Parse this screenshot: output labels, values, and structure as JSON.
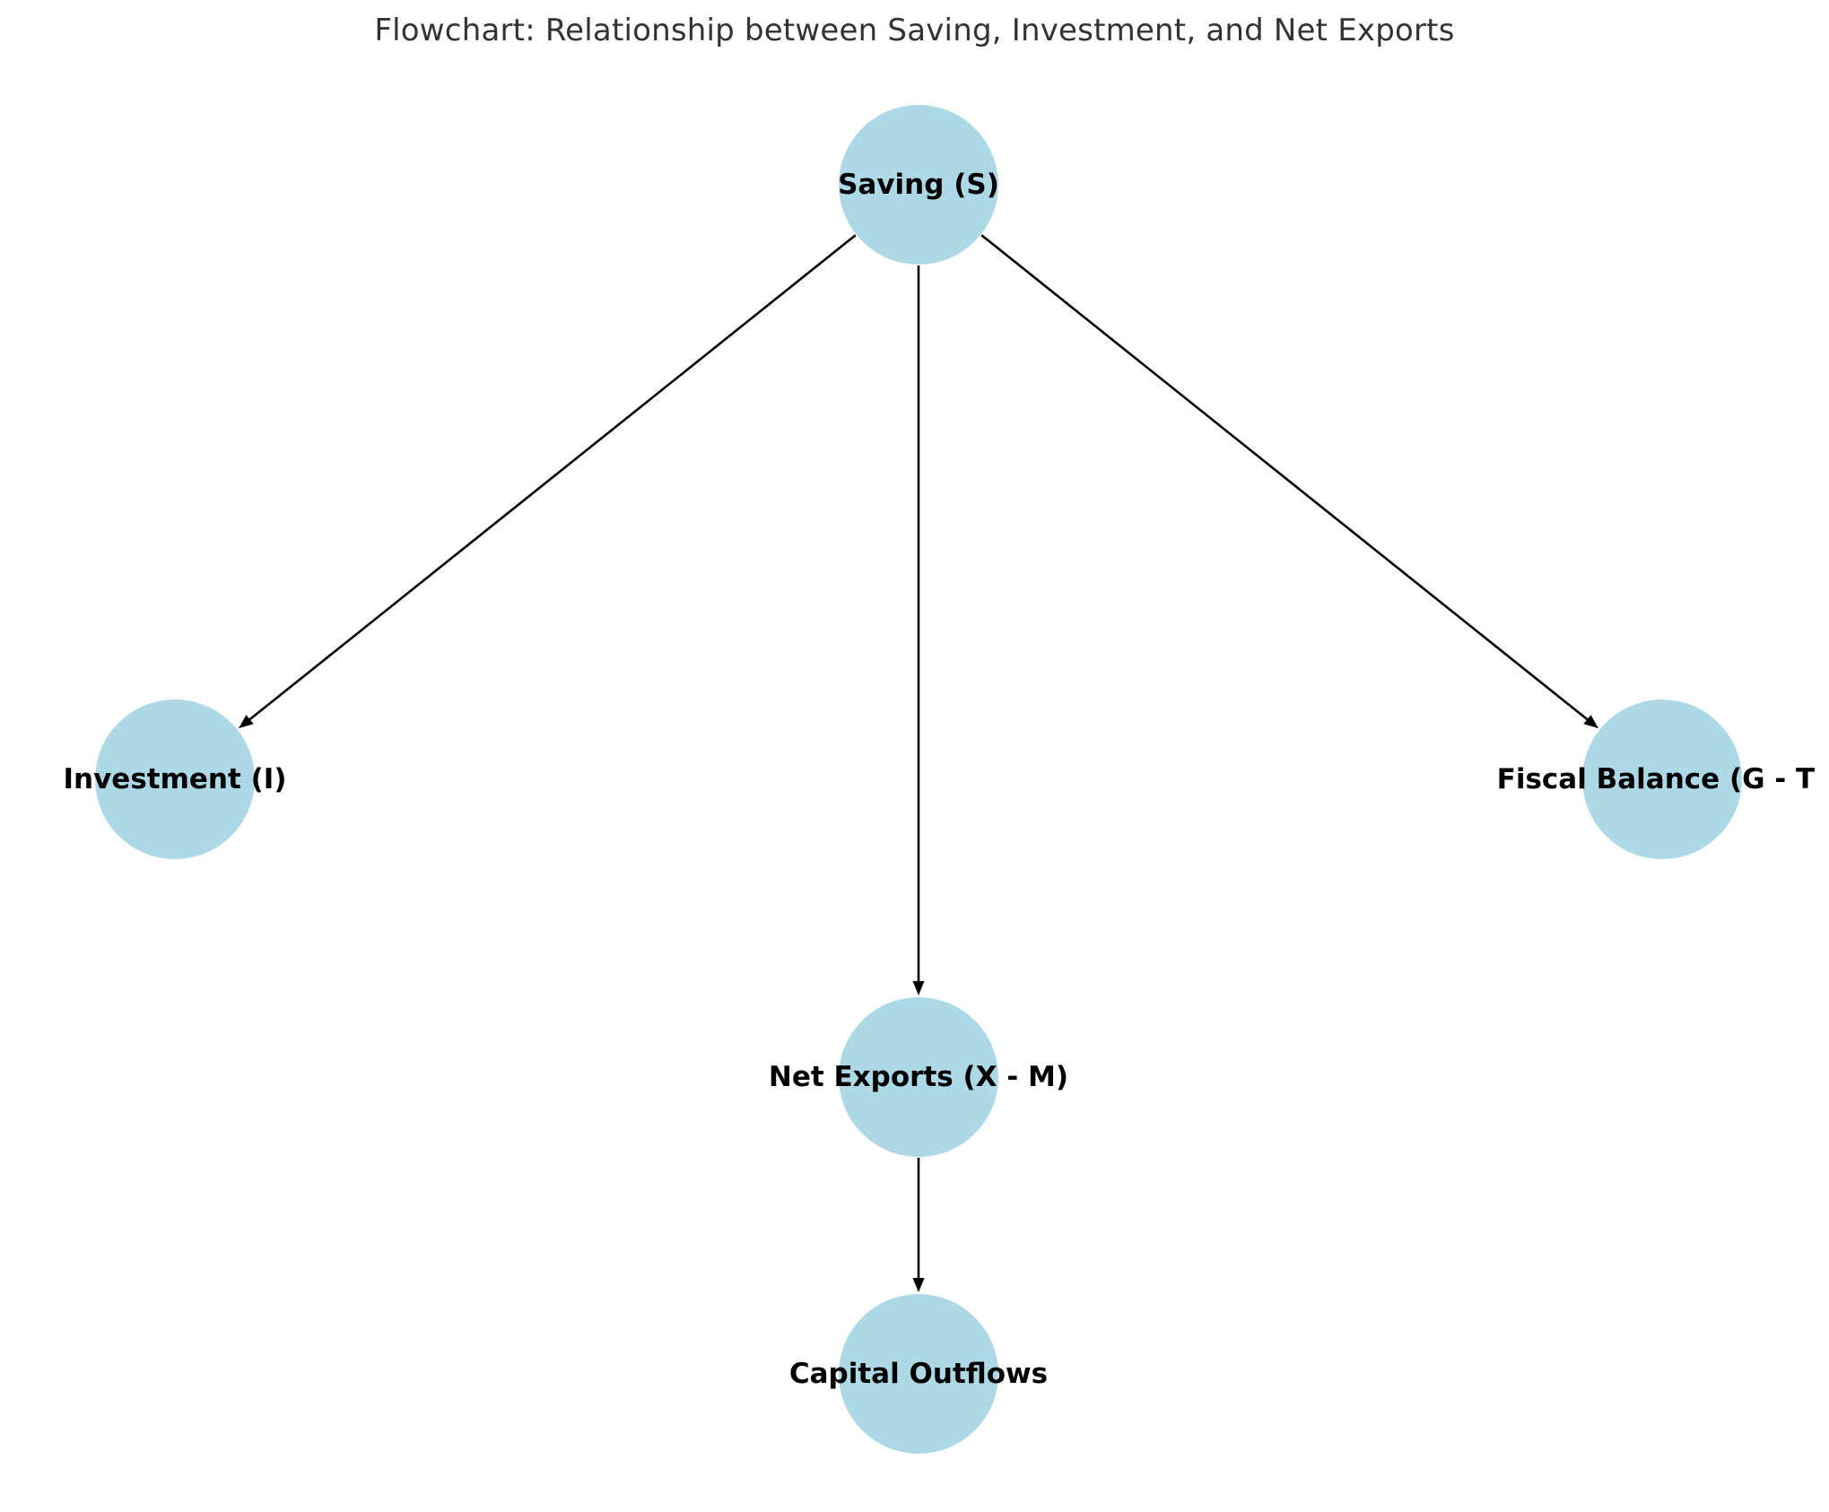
{
  "title": "Flowchart: Relationship between Saving, Investment, and Net Exports",
  "colors": {
    "node_fill": "#add8e6",
    "edge": "#000000",
    "label": "#000000",
    "title": "#333333"
  },
  "nodes": [
    {
      "id": "saving",
      "label": "Saving (S)"
    },
    {
      "id": "investment",
      "label": "Investment (I)"
    },
    {
      "id": "net_exports",
      "label": "Net Exports (X - M)"
    },
    {
      "id": "fiscal_balance",
      "label": "Fiscal Balance (G - T)"
    },
    {
      "id": "capital_outflows",
      "label": "Capital Outflows"
    }
  ],
  "edges": [
    {
      "from": "saving",
      "to": "investment"
    },
    {
      "from": "saving",
      "to": "net_exports"
    },
    {
      "from": "saving",
      "to": "fiscal_balance"
    },
    {
      "from": "net_exports",
      "to": "capital_outflows"
    }
  ]
}
